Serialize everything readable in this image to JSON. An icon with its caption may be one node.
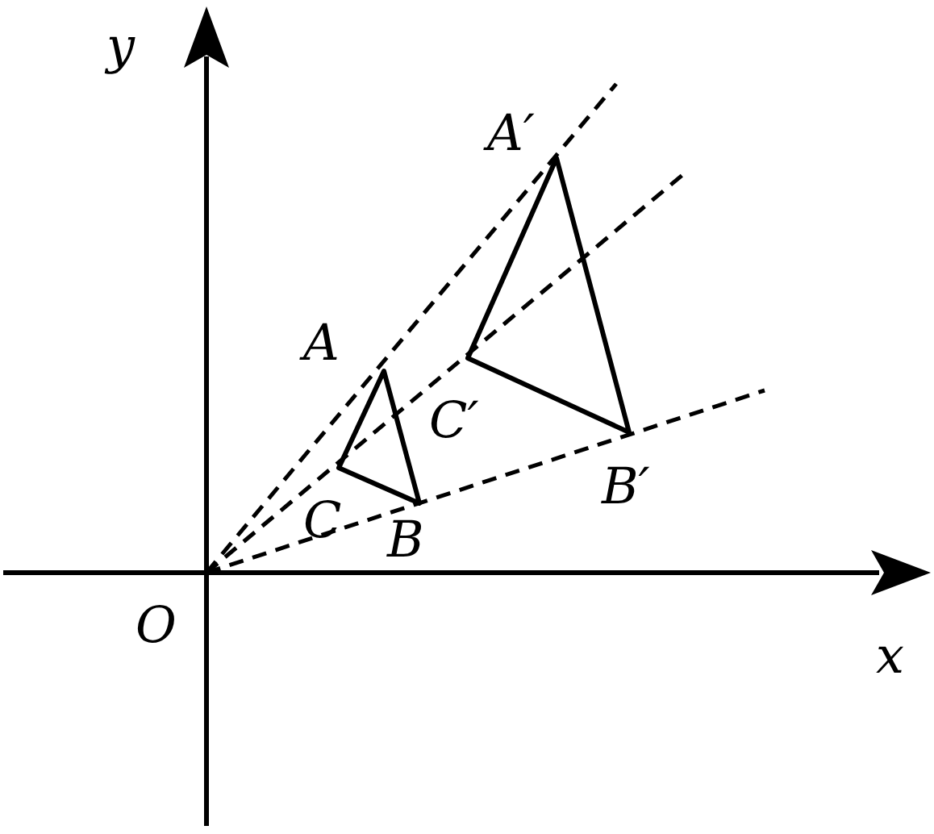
{
  "diagram": {
    "labels": [
      "y",
      "A′",
      "A",
      "C′",
      "B′",
      "C",
      "B",
      "O",
      "x"
    ]
  }
}
